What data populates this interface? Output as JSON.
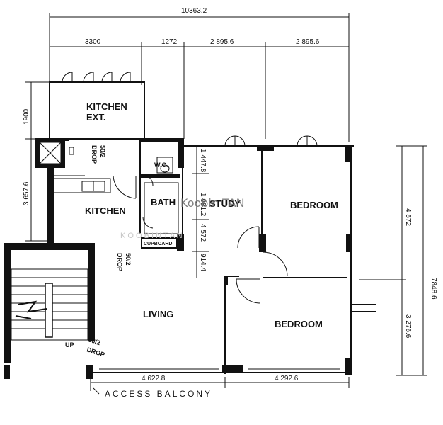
{
  "dimensions": {
    "overall_width": "10363.2",
    "top_segments": [
      "3300",
      "1272",
      "2 895.6",
      "2 895.6"
    ],
    "left_segments": [
      "1900",
      "3 657.6"
    ],
    "right_total": "7848.6",
    "right_segments": [
      "4 572",
      "3 276.6"
    ],
    "bottom_segments": [
      "4 622.8",
      "4 292.6"
    ],
    "inner_vertical": [
      "1 447.8",
      "1 981.2",
      "4 572",
      "914.4"
    ]
  },
  "rooms": {
    "kitchen_ext_line1": "KITCHEN",
    "kitchen_ext_line2": "EXT.",
    "kitchen": "KITCHEN",
    "bath": "BATH",
    "wc": "W.C.",
    "bedroom_top": "BEDROOM",
    "bedroom_bottom": "BEDROOM",
    "living": "LIVING",
    "study": "STUDY"
  },
  "fixtures": {
    "drop_label_1": "DROP",
    "drop_label_2": "50/2",
    "drop_label_3": "DROP",
    "drop_label_4": "50/2",
    "drop_label_5": "50/2",
    "drop_label_6": "DROP",
    "cupboard": "CUPBOARD",
    "up": "UP"
  },
  "access_balcony": "ACCESS  BALCONY",
  "watermark": {
    "main": "Koobin TAN",
    "faint": "K O O B I N   T A N"
  }
}
